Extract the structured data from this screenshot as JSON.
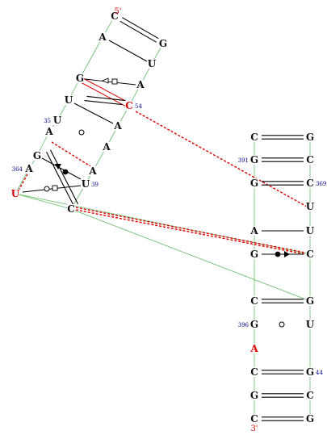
{
  "colors": {
    "backbone": "#66bb66",
    "pair": "#000000",
    "tertiary": "#dd0000",
    "base": "#111111",
    "base_highlight": "#dd0000",
    "label": "#00008b",
    "end_label": "#dd0000"
  },
  "left_strand": {
    "five_prime_label": "5'",
    "bases": [
      "C",
      "A",
      "G",
      "U",
      "U",
      "A",
      "G",
      "A",
      "U"
    ],
    "highlight_index": 8,
    "labels": [
      {
        "index": 4,
        "text": "35"
      },
      {
        "index": 7,
        "text": "364"
      }
    ]
  },
  "left_partner": {
    "bases": [
      "G",
      "U",
      "A",
      "C",
      "A",
      "A",
      "A",
      "U",
      "C"
    ],
    "highlight_index": 3,
    "labels": [
      {
        "index": 3,
        "text": "54"
      },
      {
        "index": 7,
        "text": "39"
      }
    ]
  },
  "right_left_strand": {
    "bases": [
      "C",
      "G",
      "G",
      "A",
      "G",
      "C",
      "G",
      "A",
      "C",
      "G",
      "C"
    ],
    "highlight_index": 7,
    "labels": [
      {
        "index": 1,
        "text": "391"
      },
      {
        "index": 6,
        "text": "396"
      }
    ]
  },
  "right_right_strand": {
    "bases": [
      "G",
      "C",
      "C",
      "U",
      "U",
      "C",
      "G",
      "U",
      "G",
      "C",
      "G"
    ],
    "highlight_index": -1,
    "labels": [
      {
        "index": 2,
        "text": "369"
      },
      {
        "index": 8,
        "text": "44"
      }
    ]
  },
  "three_prime_label": "3'"
}
